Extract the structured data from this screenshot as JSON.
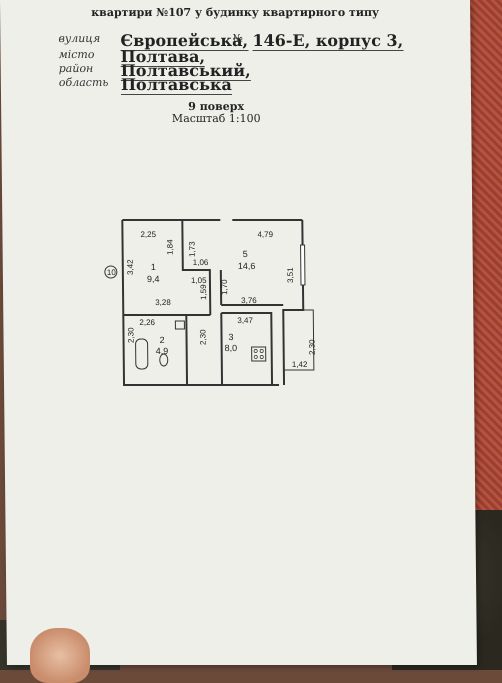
{
  "document": {
    "title": "квартири №107 у будинку квартирного типу",
    "street_label": "вулиця",
    "street_value": "Європейська,",
    "number_label": "№",
    "number_value": "146-Е, корпус 3,",
    "city_label": "місто",
    "city_value": "Полтава,",
    "district_label": "район",
    "district_value": "Полтавський,",
    "region_label": "область",
    "region_value": "Полтавська",
    "floor": "9 поверх",
    "scale": "Масштаб 1:100"
  },
  "plan": {
    "rooms": [
      {
        "number": "1",
        "area": "9,4"
      },
      {
        "number": "2",
        "area": "4,9"
      },
      {
        "number": "3",
        "area": "8,0"
      },
      {
        "number": "5",
        "area": "14,6"
      }
    ],
    "dimensions": {
      "r1_top": "2,25",
      "r1_side": "3,42",
      "r1_inner": "1,84",
      "r1_bottom": "3,28",
      "r5_top": "4,79",
      "r5_right": "3,51",
      "r5_mid_v": "1,73",
      "r5_mid_h": "1,06",
      "r5_mid_v2": "1,70",
      "hall_w": "1,05",
      "hall_h": "1,59",
      "r5_bottom": "3,76",
      "r2_top": "2,26",
      "r2_side": "2,30",
      "r3_side": "2,30",
      "r3_top": "3,47",
      "balcony_side": "2,30",
      "balcony_bottom": "1,42"
    },
    "marker": "10"
  }
}
